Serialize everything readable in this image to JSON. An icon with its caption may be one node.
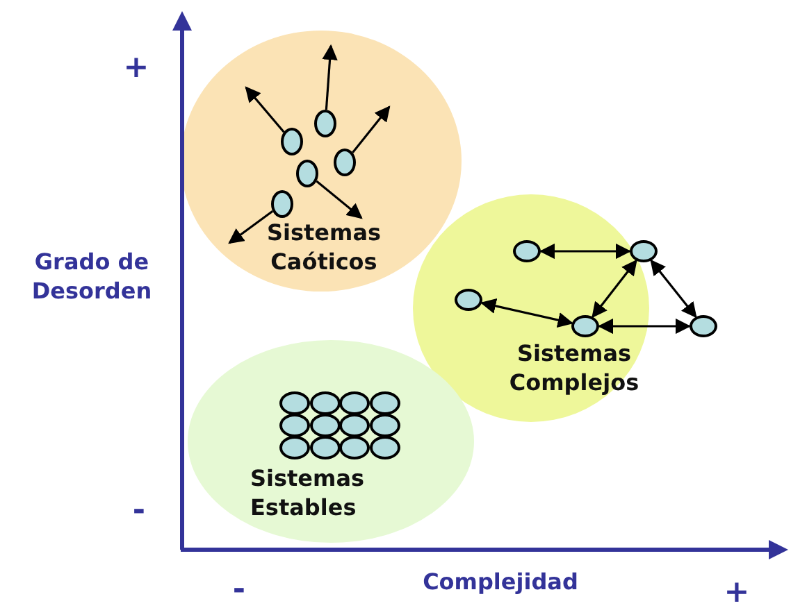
{
  "diagram": {
    "nodes": [
      {
        "text": [
          "Sistemas Caóticos"
        ]
      },
      {
        "text": [],
        "shape": "circle",
        "in": 0
      },
      {
        "text": [],
        "shape": "circle",
        "in": 0
      },
      {
        "text": [],
        "shape": "circle",
        "in": 0
      },
      {
        "text": [],
        "shape": "circle",
        "in": 0
      },
      {
        "text": [],
        "shape": "circle",
        "in": 0
      },
      {
        "text": [
          "Sistemas Complejos"
        ]
      },
      {
        "text": [],
        "shape": "circle",
        "in": 6
      },
      {
        "text": [],
        "shape": "circle",
        "in": 6
      },
      {
        "text": [],
        "shape": "circle",
        "in": 6
      },
      {
        "text": [],
        "shape": "circle",
        "in": 6
      },
      {
        "text": [],
        "shape": "circle"
      },
      {
        "text": [
          "Sistemas Estables"
        ]
      },
      {
        "text": [],
        "shape": "circle",
        "in": 12
      },
      {
        "text": [],
        "shape": "circle",
        "in": 12
      },
      {
        "text": [],
        "shape": "circle",
        "in": 12
      },
      {
        "text": [],
        "shape": "circle",
        "in": 12
      },
      {
        "text": [],
        "shape": "circle",
        "in": 12
      },
      {
        "text": [],
        "shape": "circle",
        "in": 12
      },
      {
        "text": [],
        "shape": "circle",
        "in": 12
      },
      {
        "text": [],
        "shape": "circle",
        "in": 12
      },
      {
        "text": [],
        "shape": "circle",
        "in": 12
      },
      {
        "text": [],
        "shape": "circle",
        "in": 12
      },
      {
        "text": [],
        "shape": "circle",
        "in": 12
      },
      {
        "text": [],
        "shape": "circle",
        "in": 12
      }
    ],
    "edges": [
      {
        "from": 1,
        "to": null,
        "arrow": "to"
      },
      {
        "from": 2,
        "to": null,
        "arrow": "to"
      },
      {
        "from": 3,
        "to": null,
        "arrow": "to"
      },
      {
        "from": 4,
        "to": null,
        "arrow": "to"
      },
      {
        "from": 5,
        "to": null,
        "arrow": "to"
      },
      {
        "from": 7,
        "to": 8,
        "arrow": "both"
      },
      {
        "from": 8,
        "to": 10,
        "arrow": "both"
      },
      {
        "from": 8,
        "to": 11,
        "arrow": "both"
      },
      {
        "from": 9,
        "to": 10,
        "arrow": "both"
      },
      {
        "from": 10,
        "to": 11,
        "arrow": "both"
      }
    ],
    "labels": [
      "+",
      "Grado de Desorden",
      "-",
      "-",
      "Complejidad",
      "+"
    ]
  }
}
